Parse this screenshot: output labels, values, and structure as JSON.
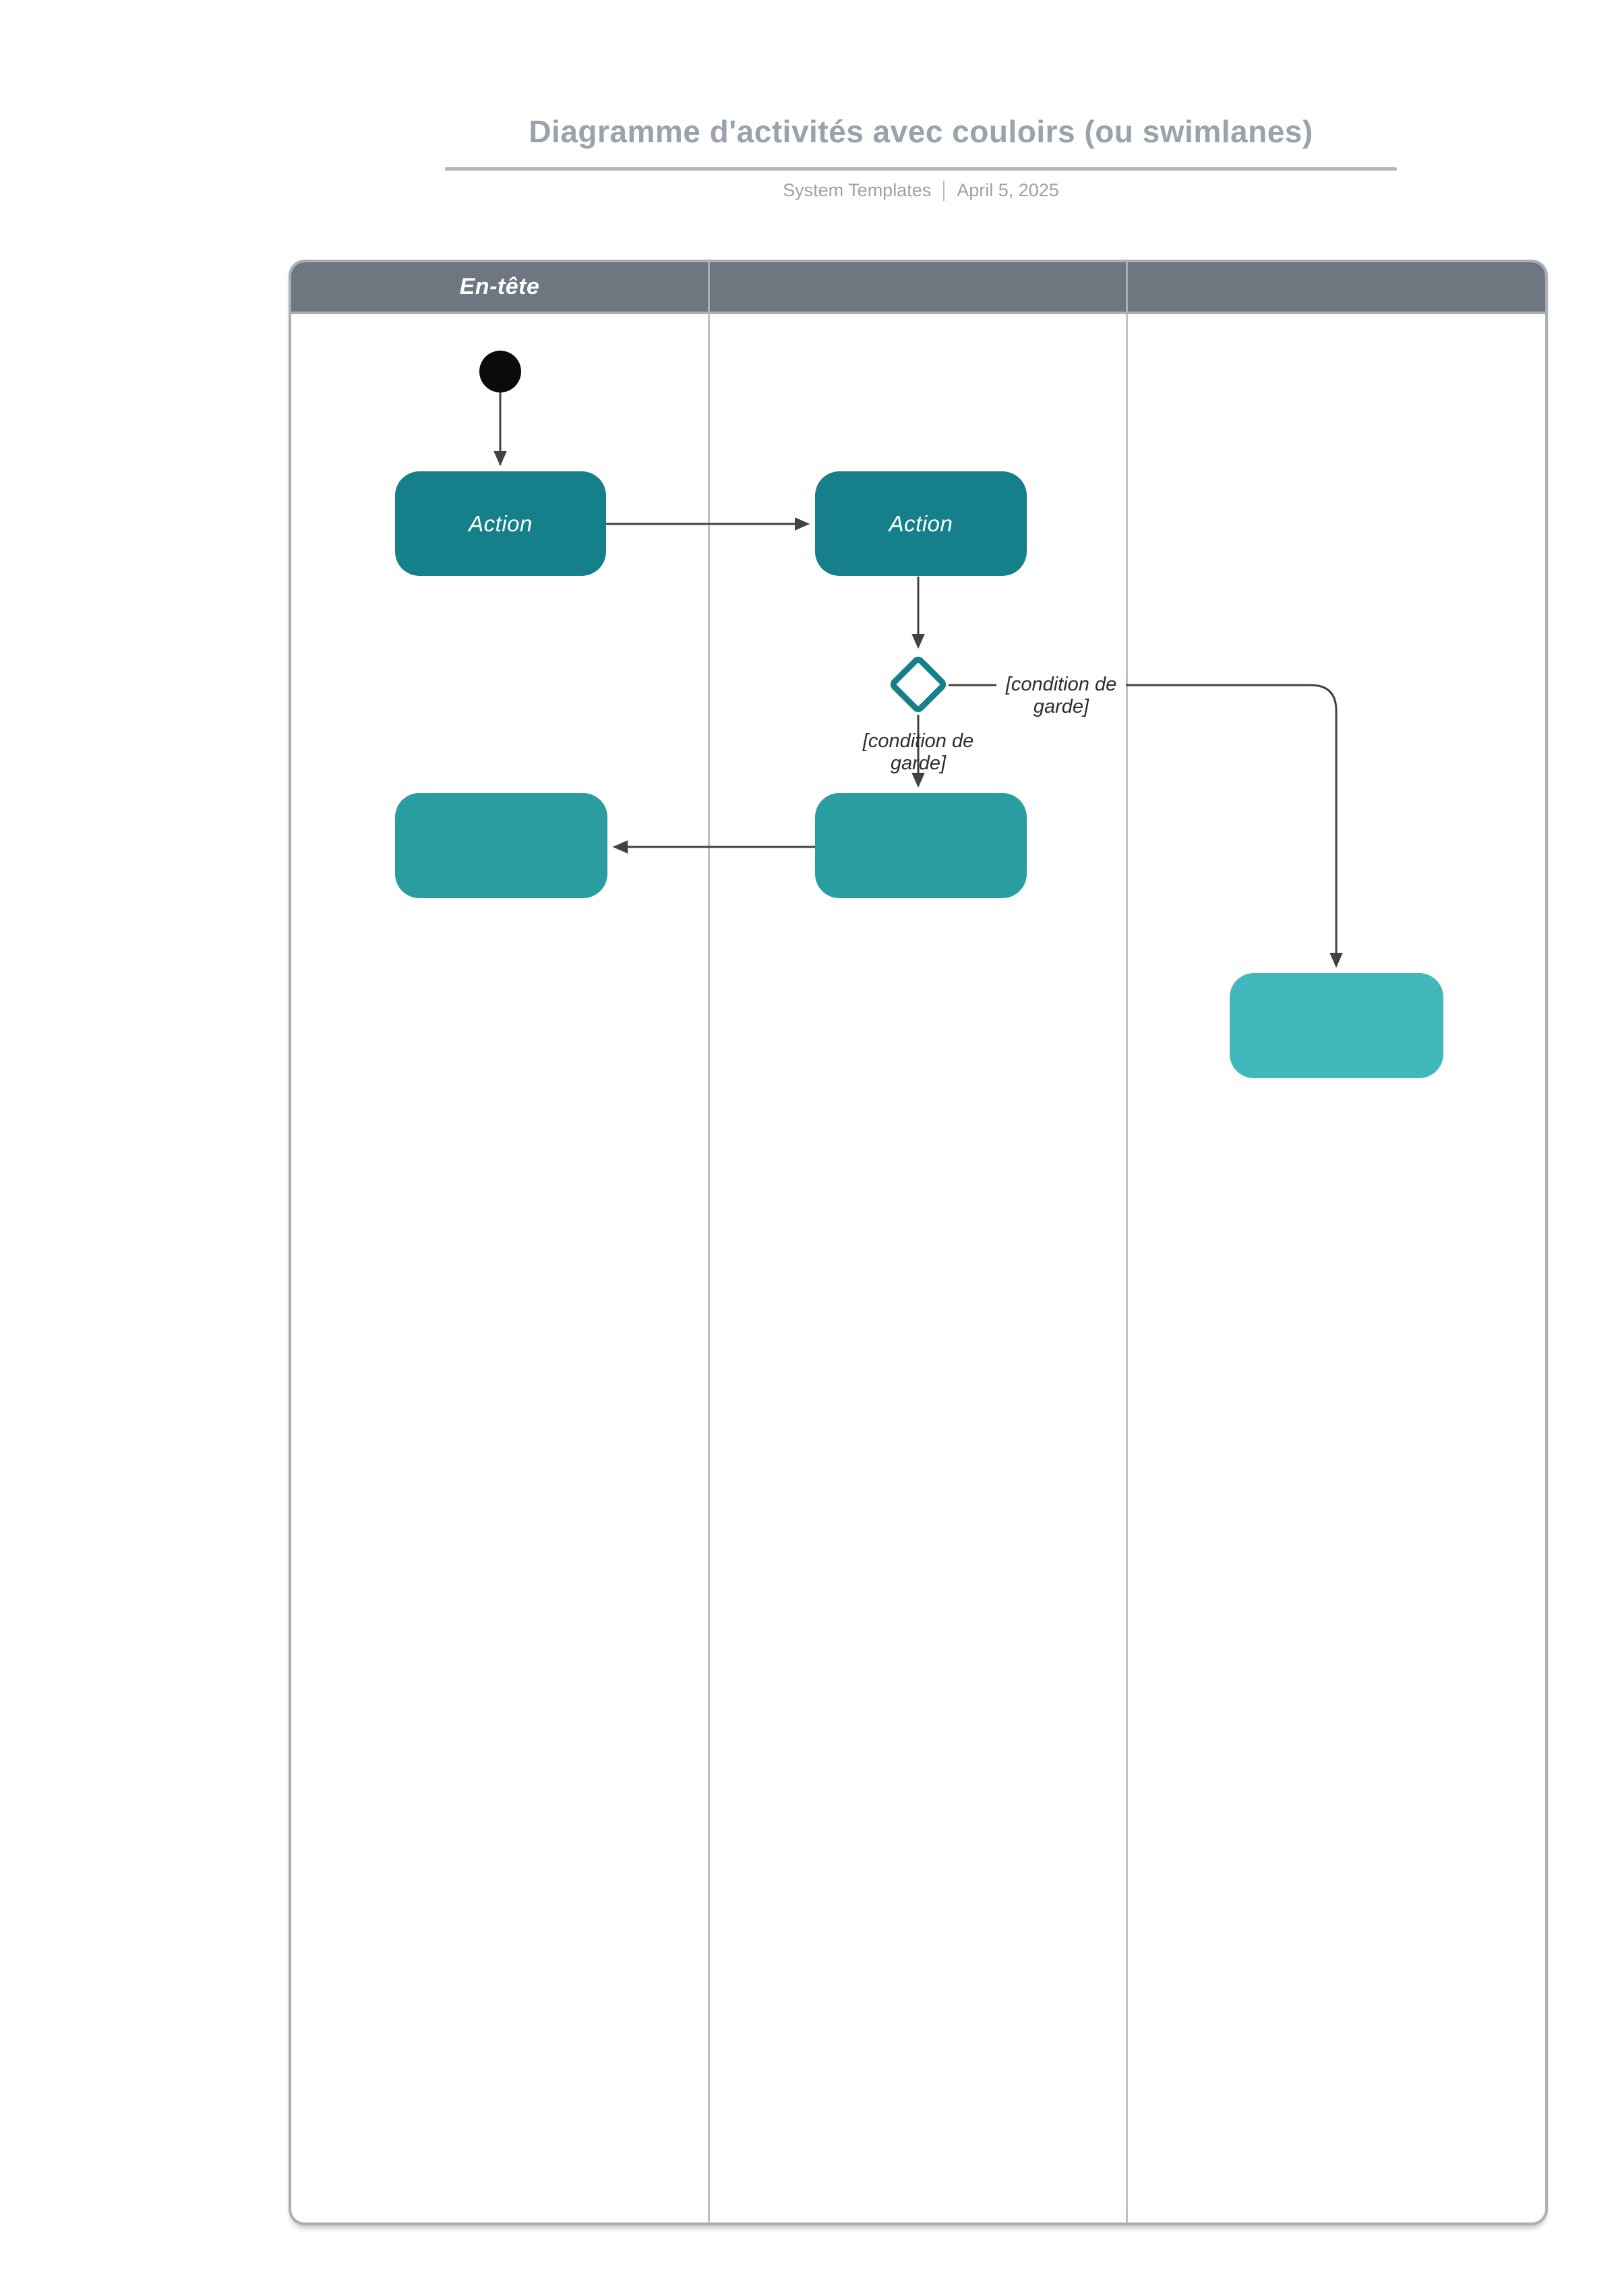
{
  "document": {
    "title": "Diagramme d'activités avec couloirs (ou swimlanes)",
    "source": "System Templates",
    "date": "April 5, 2025"
  },
  "lanes": [
    {
      "header_label": "En-tête"
    },
    {
      "header_label": ""
    },
    {
      "header_label": ""
    }
  ],
  "nodes": {
    "action_1": {
      "label": "Action"
    },
    "action_2": {
      "label": "Action"
    }
  },
  "edge_labels": {
    "guard_right_line1": "[condition de",
    "guard_right_line2": "garde]",
    "guard_down_line1": "[condition de",
    "guard_down_line2": "garde]"
  },
  "colors": {
    "lane-header-bg": "#6E7680",
    "frame-border": "#A9AFB6",
    "lane-divider": "#BDC2C7",
    "teal-dark": "#15808A",
    "teal-medium": "#2A9DA0",
    "teal-light": "#41B8BB",
    "edge": "#424242",
    "guard-text": "#2D2D2D",
    "title-text": "#9AA2AB",
    "title-rule": "#B0B6BD",
    "initial-node": "#0B0B0B"
  }
}
